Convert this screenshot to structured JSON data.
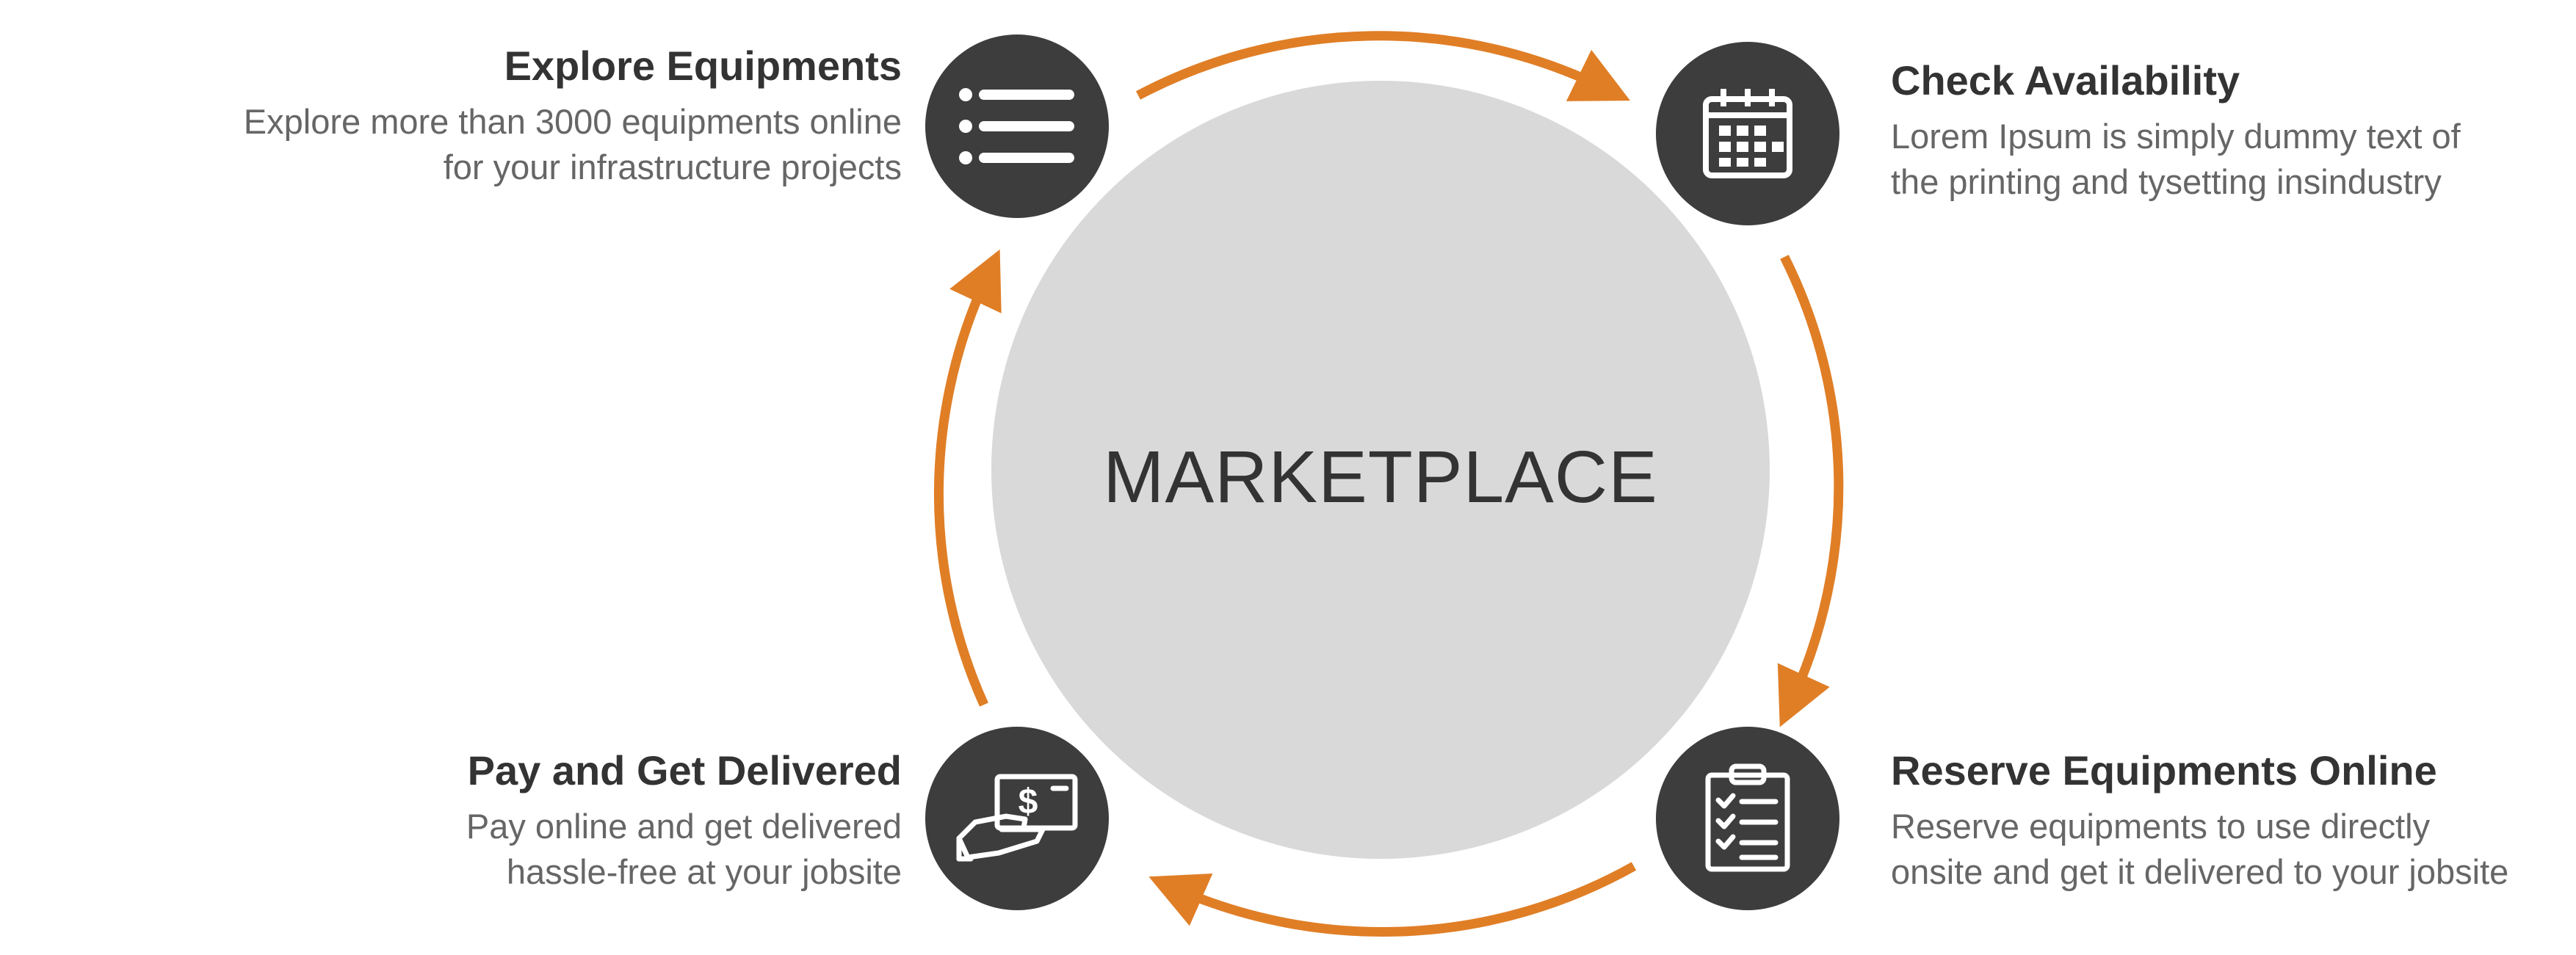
{
  "center": {
    "label": "MARKETPLACE"
  },
  "colors": {
    "accent": "#E07E26",
    "icon_bg": "#3D3D3D",
    "center_fill": "#D9D9D9",
    "title_text": "#333333",
    "desc_text": "#666666"
  },
  "steps": [
    {
      "title": "Explore Equipments",
      "desc_line1": "Explore more than 3000 equipments online",
      "desc_line2": "for your infrastructure projects",
      "icon": "list-icon"
    },
    {
      "title": "Check Availability",
      "desc_line1": "Lorem Ipsum is simply dummy text of",
      "desc_line2": "the printing and tysetting insindustry",
      "icon": "calendar-icon"
    },
    {
      "title": "Reserve Equipments Online",
      "desc_line1": "Reserve equipments to use directly",
      "desc_line2": "onsite and get it delivered to your jobsite",
      "icon": "clipboard-checklist-icon"
    },
    {
      "title": "Pay and Get Delivered",
      "desc_line1": "Pay online and get delivered",
      "desc_line2": "hassle-free at your jobsite",
      "icon": "hand-cash-icon"
    }
  ]
}
